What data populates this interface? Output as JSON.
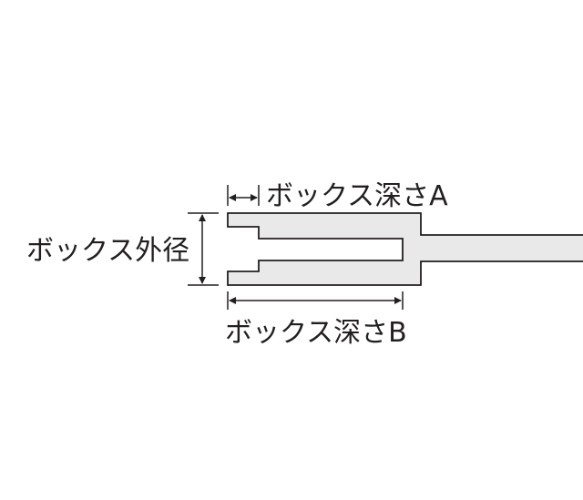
{
  "labels": {
    "depth_a": "ボックス深さA",
    "outer_diameter": "ボックス外径",
    "depth_b": "ボックス深さB"
  },
  "colors": {
    "fill": "#e9e9e9",
    "stroke": "#231f20",
    "text": "#231f20"
  }
}
